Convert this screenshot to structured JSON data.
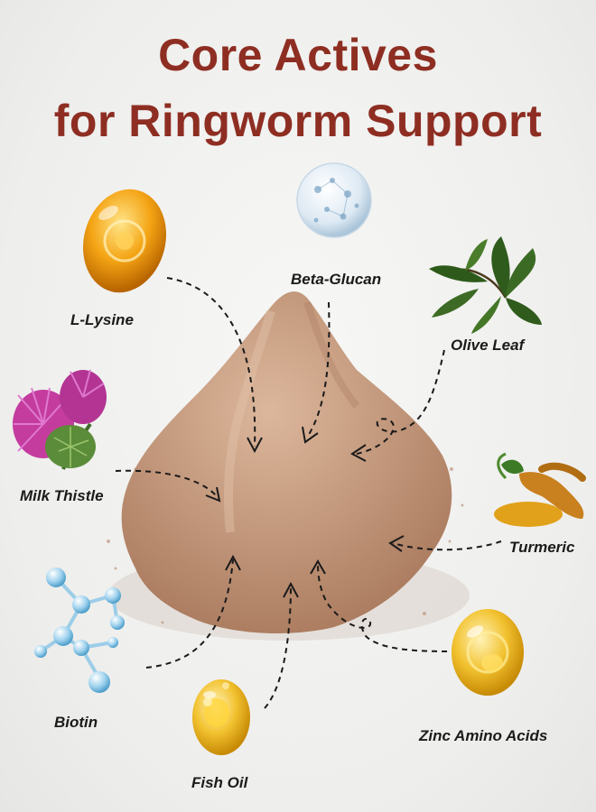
{
  "title": {
    "line1": "Core Actives",
    "line2": "for Ringworm Support"
  },
  "ingredients": [
    {
      "name": "L-Lysine",
      "icon": "amber-capsule-icon"
    },
    {
      "name": "Beta-Glucan",
      "icon": "water-droplet-icon"
    },
    {
      "name": "Olive Leaf",
      "icon": "olive-leaf-icon"
    },
    {
      "name": "Milk Thistle",
      "icon": "milk-thistle-flower-icon"
    },
    {
      "name": "Turmeric",
      "icon": "turmeric-root-icon"
    },
    {
      "name": "Biotin",
      "icon": "molecule-icon"
    },
    {
      "name": "Fish Oil",
      "icon": "fish-oil-capsule-icon"
    },
    {
      "name": "Zinc Amino Acids",
      "icon": "gold-capsule-icon"
    }
  ],
  "colors": {
    "title": "#8e2e22",
    "powder": "#c49a7e",
    "background": "#f0f0ef"
  }
}
